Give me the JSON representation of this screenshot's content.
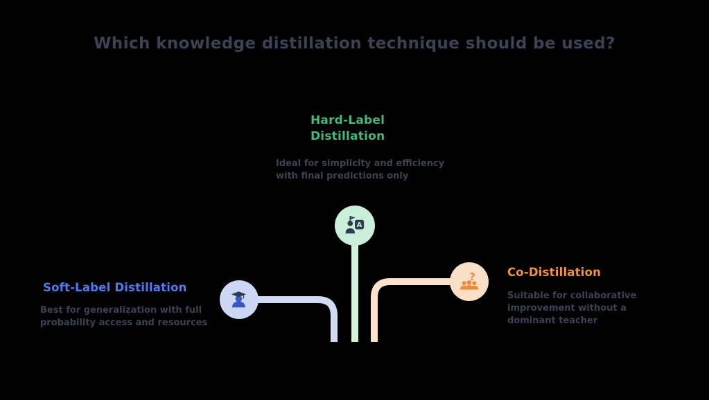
{
  "title": "Which knowledge distillation technique should be used?",
  "branches": {
    "hard": {
      "name": "Hard-Label Distillation",
      "description": "Ideal for simplicity and efficiency with final predictions only",
      "icon": "person-label-card-icon"
    },
    "soft": {
      "name": "Soft-Label Distillation",
      "description": "Best for generalization with full probability access and resources",
      "icon": "graduate-student-icon"
    },
    "co": {
      "name": "Co-Distillation",
      "description": "Suitable for collaborative improvement without a dominant teacher",
      "icon": "team-question-icon"
    }
  },
  "colors": {
    "ink": "#3a4254",
    "background": "#000000",
    "hard_accent": "#44b87e",
    "hard_fill": "#c9efd8",
    "hard_line": "#cff2dd",
    "soft_accent": "#4a7cf5",
    "soft_fill": "#ccd7f3",
    "soft_line": "#d2dbf4",
    "co_accent": "#f5913d",
    "co_fill": "#f9dfc7",
    "co_line": "#fae2cc"
  }
}
